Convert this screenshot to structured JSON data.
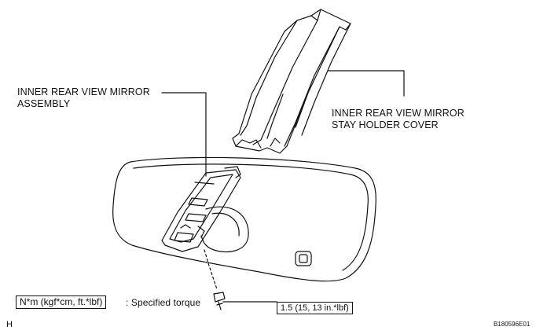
{
  "labels": {
    "mirror_assembly": [
      "INNER REAR VIEW MIRROR",
      "ASSEMBLY"
    ],
    "stay_holder_cover": [
      "INNER REAR VIEW MIRROR",
      "STAY HOLDER COVER"
    ]
  },
  "legend": {
    "unit": "N*m (kgf*cm, ft.*lbf)",
    "description": ": Specified torque"
  },
  "torque_spec": "1.5 (15, 13 in.*lbf)",
  "corner_letter": "H",
  "figure_id": "B180596E01"
}
